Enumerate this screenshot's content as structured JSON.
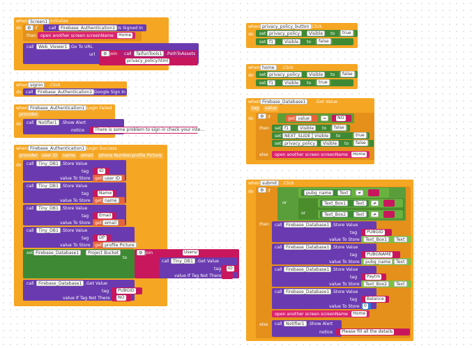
{
  "b1": {
    "when": "when",
    "comp": "Screen1",
    "event": ".Initialize",
    "do": "do",
    "if": "if",
    "call": "call",
    "auth": "Firebase_Authentication1",
    "signed": ".Is Signed In",
    "then": "then",
    "open": "open another screen  screenName",
    "home": "Home",
    "web": "Web_Viewer1",
    "gourl": ".Go To URL",
    "url": "url",
    "join": "join",
    "taifun": "TaifunTools1",
    "path": ".PathToAssets",
    "file": "privacy_policy.html"
  },
  "b2": {
    "when": "when",
    "comp": "signin",
    "event": ".Click",
    "do": "do",
    "call": "call",
    "auth": "Firebase_Authentication1",
    "method": ".Google Sign In"
  },
  "b3": {
    "when": "when",
    "comp": "Firebase_Authentication1",
    "event": ".Login Failed",
    "param": "provider",
    "do": "do",
    "call": "call",
    "notifier": "Notifier1",
    "method": ".Show Alert",
    "notice": "notice",
    "msg": "There is some problem to sign in check your inte..."
  },
  "b4": {
    "when": "when",
    "comp": "Firebase_Authentication1",
    "event": ".Login Success",
    "params": [
      "provider",
      "user ID",
      "name",
      "email",
      "phone Number",
      "profile Picture"
    ],
    "do": "do",
    "call": "call",
    "db": "Tiny_DB1",
    "store": ".Store Value",
    "tag": "tag",
    "vts": "value To Store",
    "get": "get",
    "rows": [
      {
        "tag": "ID",
        "var": "user ID"
      },
      {
        "tag": "Name",
        "var": "name"
      },
      {
        "tag": "Email",
        "var": "email"
      },
      {
        "tag": "DP",
        "var": "profile Picture"
      }
    ],
    "set": "set",
    "fdb": "Firebase_Database1",
    "bucket": "Project Bucket",
    "to": "to",
    "join": "join",
    "users": "Users/",
    "getval": ".Get Value",
    "tagid": "ID",
    "vitnt": "value If Tag Not There",
    "fget": ".Get Value",
    "pubgid": "PUBGID",
    "no": "NO"
  },
  "b5": {
    "when": "when",
    "comp": "privacy_policy_button",
    "event": ".Click",
    "do": "do",
    "set": "set",
    "pp": "privacy_policy",
    "visible": "Visible",
    "to": "to",
    "true": "true",
    "f1": "f1",
    "false": "false"
  },
  "b6": {
    "when": "when",
    "comp": "home",
    "event": ".Click",
    "do": "do",
    "set": "set",
    "pp": "privacy_policy",
    "visible": "Visible",
    "to": "to",
    "false": "false",
    "f1": "f1",
    "true": "true"
  },
  "b7": {
    "when": "when",
    "comp": "Firebase_Database1",
    "event": ".Got Value",
    "params": [
      "tag",
      "value"
    ],
    "do": "do",
    "if": "if",
    "get": "get",
    "value": "value",
    "eq": "=",
    "no": "NO",
    "then": "then",
    "set": "set",
    "f1": "f1",
    "visible": "Visible",
    "to": "to",
    "false": "false",
    "next": "NEXT_SLIDE",
    "true": "true",
    "pp": "privacy_policy",
    "else": "else",
    "open": "open another screen  screenName",
    "home": "Home"
  },
  "b8": {
    "when": "when",
    "comp": "submit",
    "event": ".Click",
    "do": "do",
    "if": "if",
    "pubgname": "pubg_name",
    "text": "Text",
    "ne": "≠",
    "or": "or",
    "tb1": "Text_Box1",
    "tb2": "Text_Box2",
    "then": "then",
    "call": "call",
    "fdb": "Firebase_Database1",
    "store": ".Store Value",
    "tag": "tag",
    "vts": "value To Store",
    "rows": [
      {
        "tag": "PUBGID",
        "comp": "Text_Box1",
        "prop": "Text"
      },
      {
        "tag": "PUBGNAME",
        "comp": "pubg_name",
        "prop": "Text"
      },
      {
        "tag": "Paytm",
        "comp": "Text_Box2",
        "prop": "Text"
      }
    ],
    "balance": "Balance",
    "zero": "0",
    "open": "open another screen  screenName",
    "home": "Home",
    "else": "else",
    "notifier": "Notifier1",
    "alert": ".Show Alert",
    "notice": "notice",
    "msg": "Please fill all the details"
  }
}
